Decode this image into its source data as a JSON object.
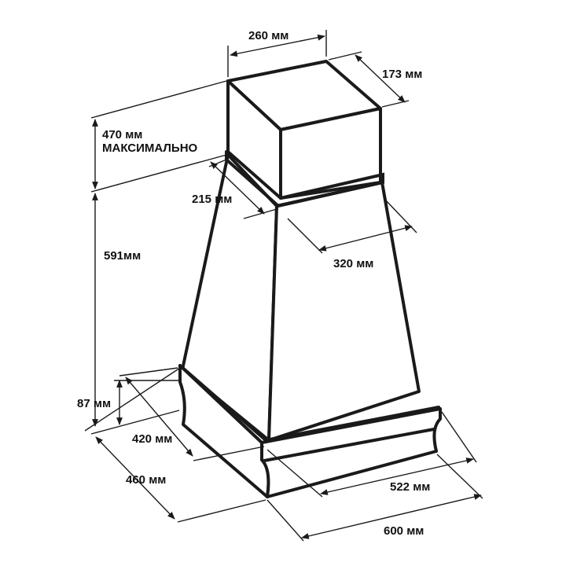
{
  "dimensions": {
    "width_top": "260 мм",
    "depth_top": "173 мм",
    "height_max_value": "470 мм",
    "height_max_note": "МАКСИМАЛЬНО",
    "depth_mid": "215 мм",
    "width_mid": "320 мм",
    "height_body": "591мм",
    "height_base": "87 мм",
    "depth_base_inner": "420 мм",
    "depth_base_outer": "460 мм",
    "width_base_inner": "522 мм",
    "width_base_outer": "600 мм"
  },
  "colors": {
    "line": "#1a1a1a",
    "fill": "#ffffff"
  }
}
